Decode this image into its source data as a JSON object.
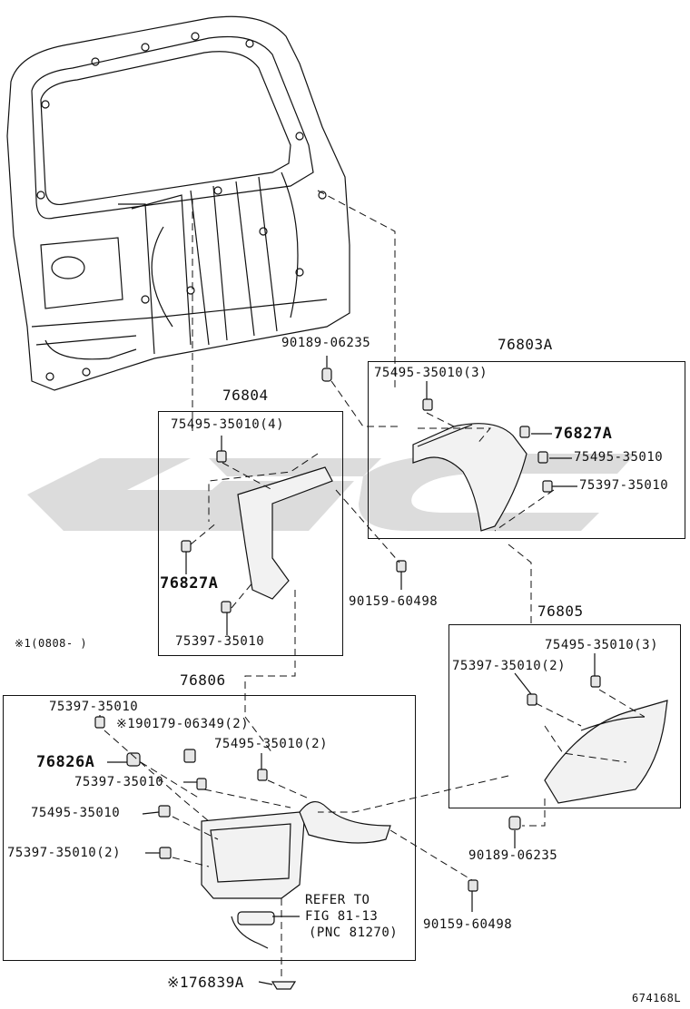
{
  "diagram_id": "674168L",
  "watermark": "ulc",
  "note": "※1(0808-    )",
  "groups": {
    "g76803A": "76803A",
    "g76804": "76804",
    "g76805": "76805",
    "g76806": "76806"
  },
  "parts": {
    "p90189_top": "90189-06235",
    "p76803A_75495": "75495-35010(3)",
    "p76803A_76827A": "76827A",
    "p76803A_75495b": "75495-35010",
    "p76803A_75397": "75397-35010",
    "p76804_75495": "75495-35010(4)",
    "p76804_76827A": "76827A",
    "p76804_75397": "75397-35010",
    "p90159_mid": "90159-60498",
    "p76805_75495": "75495-35010(3)",
    "p76805_75397": "75397-35010(2)",
    "p90189_bottom": "90189-06235",
    "p76806_75397a": "75397-35010",
    "p76806_90179": "※190179-06349(2)",
    "p76806_76826A": "76826A",
    "p76806_75495": "75495-35010(2)",
    "p76806_75397b": "75397-35010",
    "p76806_75495b": "75495-35010",
    "p76806_75397c": "75397-35010(2)",
    "p90159_bottom": "90159-60498",
    "p76839A": "※176839A"
  },
  "refer": {
    "line1": "REFER TO",
    "line2": "FIG 81-13",
    "line3": "(PNC 81270)"
  },
  "colors": {
    "line": "#111111",
    "watermark": "#d4d4d4",
    "part_fill": "#eeeeee"
  }
}
